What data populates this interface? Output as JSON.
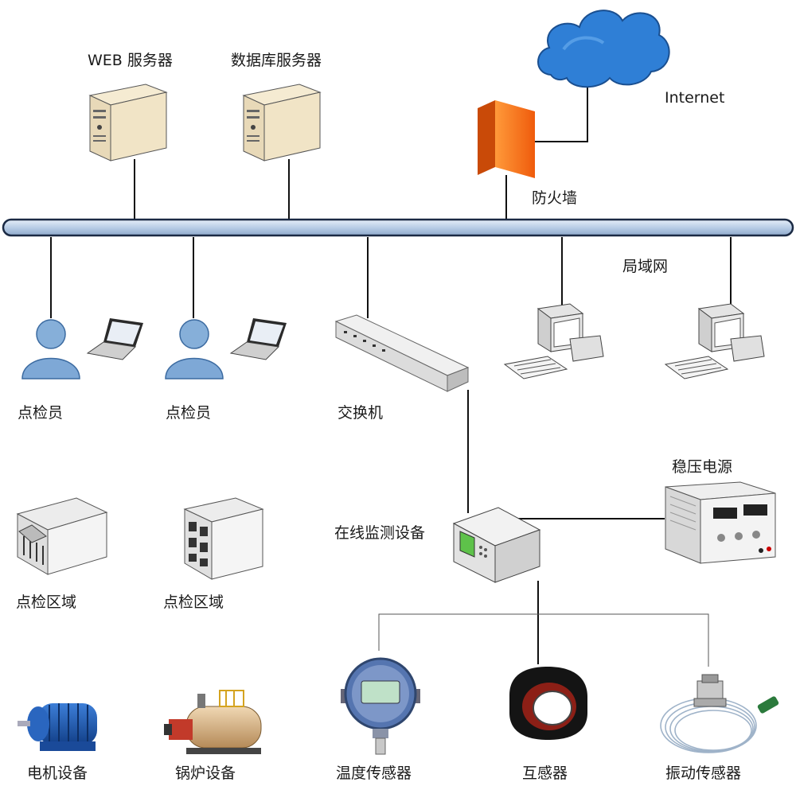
{
  "colors": {
    "bus_fill": "#c9d9ec",
    "bus_stroke": "#1b2a44",
    "line": "#111111",
    "cloud": "#2f7fd6",
    "firewall": "#ff7a1c",
    "person": "#7ea8d6"
  },
  "nodes": {
    "web_server": "WEB 服务器",
    "db_server": "数据库服务器",
    "internet": "Internet",
    "firewall": "防火墙",
    "lan": "局域网",
    "inspector_1": "点检员",
    "inspector_2": "点检员",
    "switch": "交换机",
    "power_supply": "稳压电源",
    "online_monitor": "在线监测设备",
    "area_1": "点检区域",
    "area_2": "点检区域",
    "motor": "电机设备",
    "boiler": "锅炉设备",
    "temp_sensor": "温度传感器",
    "current_transformer": "互感器",
    "vibration_sensor": "振动传感器"
  },
  "icons": [
    "web-server-icon",
    "db-server-icon",
    "cloud-icon",
    "firewall-icon",
    "person-icon",
    "laptop-icon",
    "switch-icon",
    "desktop-icon",
    "building-icon",
    "monitor-device-icon",
    "power-supply-icon",
    "motor-icon",
    "boiler-icon",
    "temperature-sensor-icon",
    "transformer-icon",
    "vibration-sensor-icon"
  ]
}
